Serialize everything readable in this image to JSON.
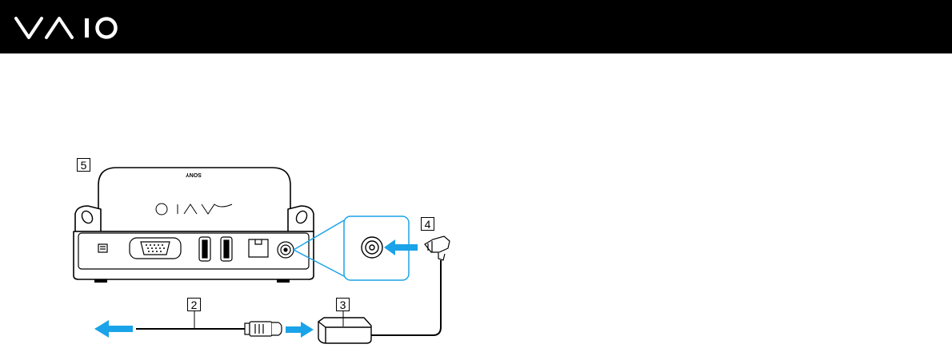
{
  "header": {
    "brand_logo": "VAIO",
    "background": "#000000"
  },
  "callouts": {
    "c2": "2",
    "c3": "3",
    "c4": "4",
    "c5": "5"
  },
  "colors": {
    "arrow": "#1aa3e8",
    "line_art": "#000000",
    "accent_blue": "#1aa3e8"
  }
}
